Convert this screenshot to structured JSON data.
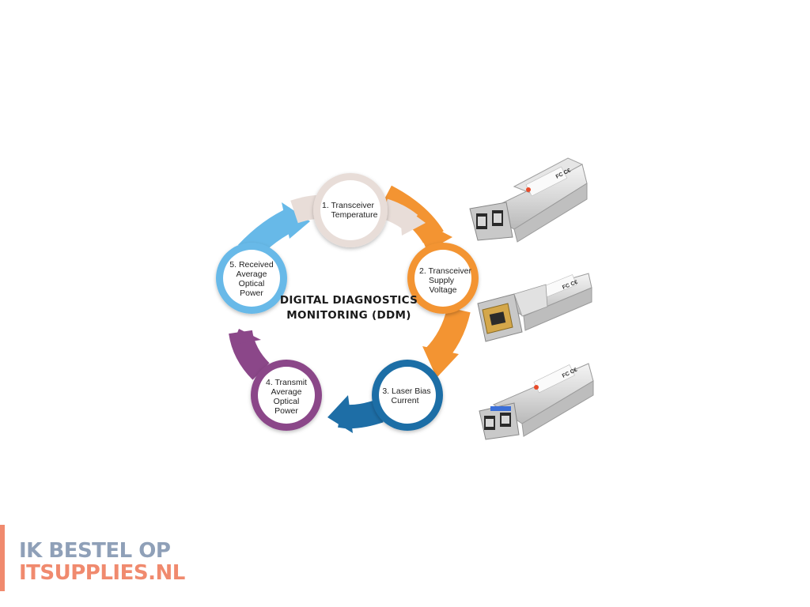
{
  "diagram": {
    "title_line1": "DIGITAL DIAGNOSTICS",
    "title_line2": "MONITORING (DDM)",
    "steps": [
      {
        "lines": [
          "1. Transceiver",
          "Temperature"
        ],
        "color": "#e8ddd8"
      },
      {
        "lines": [
          "2. Transceiver",
          "Supply",
          "Voltage"
        ],
        "color": "#f39432"
      },
      {
        "lines": [
          "3. Laser Bias",
          "Current"
        ],
        "color": "#1e6ea6"
      },
      {
        "lines": [
          "4. Transmit",
          "Average",
          "Optical",
          "Power"
        ],
        "color": "#8b4789"
      },
      {
        "lines": [
          "5. Received",
          "Average",
          "Optical",
          "Power"
        ],
        "color": "#67b9e8"
      }
    ]
  },
  "products": [
    {
      "name": "sfp-optical-module",
      "label_icon": "fcc-ce-label"
    },
    {
      "name": "sfp-rj45-copper-module",
      "label_icon": "fcc-ce-label"
    },
    {
      "name": "sfp-optical-lr-module",
      "label_icon": "fcc-ce-label"
    }
  ],
  "brand": {
    "line1": "IK BESTEL OP",
    "line2": "ITSUPPLIES.NL",
    "colors": {
      "line1": "#8fa0b8",
      "line2": "#f08a6e"
    }
  }
}
